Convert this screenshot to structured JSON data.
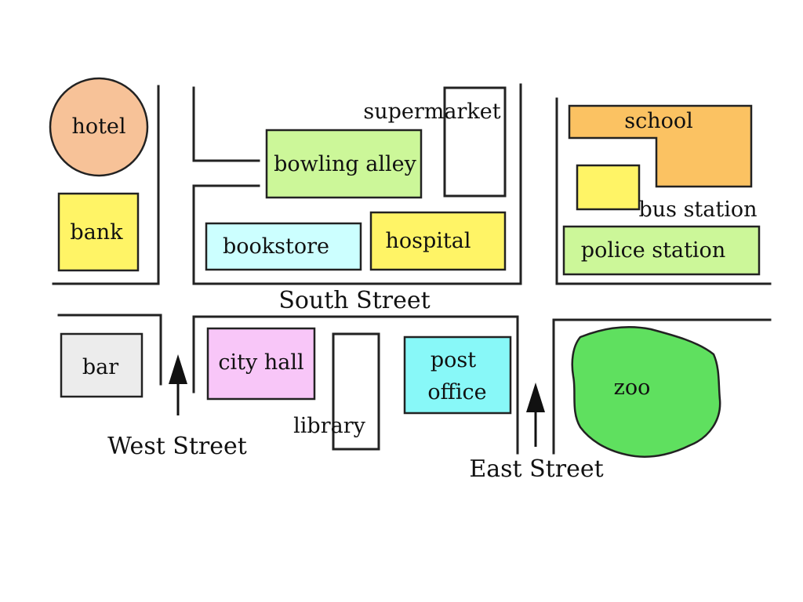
{
  "colors": {
    "hotel": "#f7c298",
    "bank": "#fff466",
    "bowling_alley": "#ccf799",
    "bookstore": "#ccffff",
    "hospital": "#fff466",
    "school": "#fbc262",
    "bus_station": "#fff466",
    "police_station": "#ccf799",
    "bar": "#ececec",
    "city_hall": "#f8c6f8",
    "post_office": "#88f8f8",
    "zoo": "#5fe05f",
    "lines": "#222222"
  },
  "places": {
    "hotel": "hotel",
    "bank": "bank",
    "supermarket": "supermarket",
    "bowling_alley": "bowling alley",
    "bookstore": "bookstore",
    "hospital": "hospital",
    "school": "school",
    "bus_station": "bus station",
    "police_station": "police station",
    "bar": "bar",
    "city_hall": "city hall",
    "library": "library",
    "post_office_line1": "post",
    "post_office_line2": "office",
    "zoo": "zoo"
  },
  "streets": {
    "south": "South Street",
    "west": "West Street",
    "east": "East Street"
  }
}
